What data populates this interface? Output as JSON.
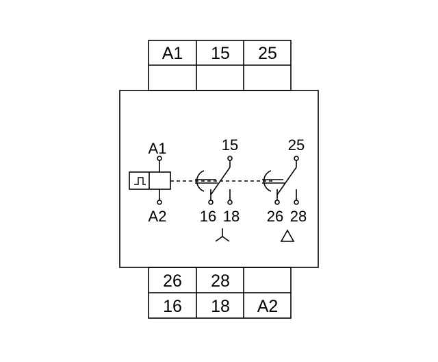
{
  "top_terminals": {
    "row1": [
      "A1",
      "15",
      "25"
    ],
    "row2": [
      "",
      "",
      ""
    ]
  },
  "bottom_terminals": {
    "row1": [
      "26",
      "28",
      ""
    ],
    "row2": [
      "16",
      "18",
      "A2"
    ]
  },
  "coil": {
    "top_label": "A1",
    "bottom_label": "A2"
  },
  "contact_1": {
    "common": "15",
    "nc": "16",
    "no": "18",
    "connection_symbol": "star-symbol"
  },
  "contact_2": {
    "common": "25",
    "nc": "26",
    "no": "28",
    "connection_symbol": "delta-symbol"
  },
  "colors": {
    "line": "#000000",
    "background": "#ffffff"
  }
}
